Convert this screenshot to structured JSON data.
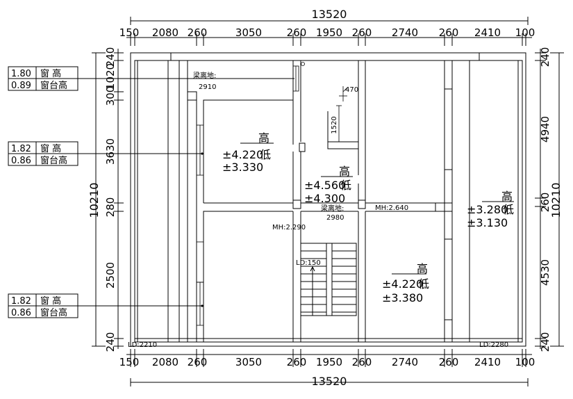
{
  "dimensions": {
    "overall_width": "13520",
    "overall_height": "10210",
    "top_segments": [
      "150",
      "2080",
      "260",
      "3050",
      "260",
      "1950",
      "260",
      "2740",
      "260",
      "2410",
      "100"
    ],
    "left_segments": [
      "240",
      "1020",
      "300",
      "3630",
      "280",
      "2500",
      "240"
    ],
    "right_segments": [
      "240",
      "4940",
      "260",
      "4530",
      "240"
    ]
  },
  "windows": [
    {
      "h1_val": "1.80",
      "h1_label": "窗 高",
      "h2_val": "0.89",
      "h2_label": "窗台高"
    },
    {
      "h1_val": "1.82",
      "h1_label": "窗 高",
      "h2_val": "0.86",
      "h2_label": "窗台高"
    },
    {
      "h1_val": "1.82",
      "h1_label": "窗 高",
      "h2_val": "0.86",
      "h2_label": "窗台高"
    }
  ],
  "rooms": [
    {
      "high_label": "高",
      "low_label": "低",
      "v1": "±4.220",
      "v2": "±3.330"
    },
    {
      "high_label": "高",
      "low_label": "低",
      "v1": "±4.560",
      "v2": "±4.300"
    },
    {
      "high_label": "高",
      "low_label": "低",
      "v1": "±3.280",
      "v2": "±3.130"
    },
    {
      "high_label": "高",
      "low_label": "低",
      "v1": "±4.220",
      "v2": "±3.380"
    }
  ],
  "annotations": {
    "beam1_label": "梁离地:",
    "beam1_value": "2910",
    "beam2_label": "梁离地:",
    "beam2_value": "2980",
    "mh1": "MH:2.290",
    "mh2": "MH:2.640",
    "ld_stair": "LD:150",
    "ld_left": "LD:2210",
    "ld_right": "LD:2280",
    "dim_470": "470",
    "dim_1520": "1520"
  }
}
